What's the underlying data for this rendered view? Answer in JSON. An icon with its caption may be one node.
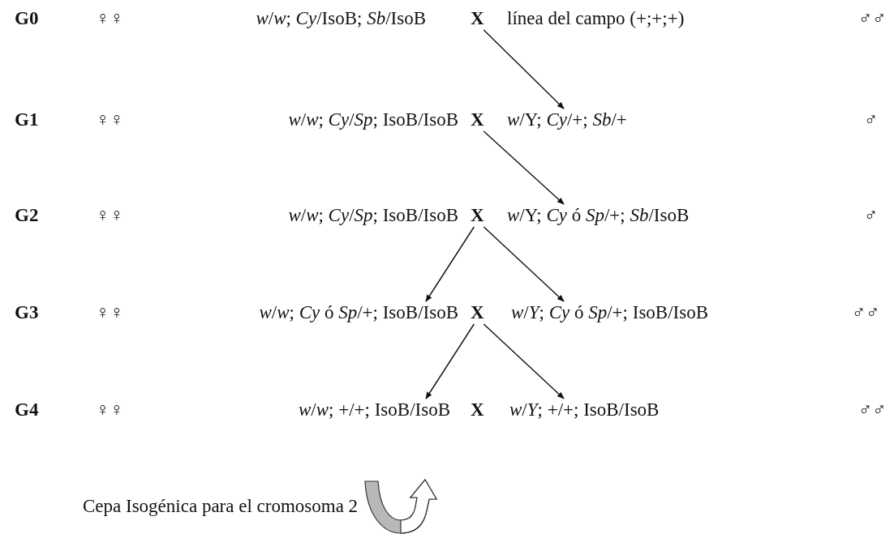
{
  "diagram": {
    "nodes": [
      {
        "text": [
          "*w*/*w*; *Cy*/IsoB; *Sb*/IsoB"
        ]
      },
      {
        "text": [
          "X"
        ]
      },
      {
        "text": [
          "línea del campo (+;+;+)"
        ]
      },
      {
        "text": [
          "*w*/*w*; *Cy*/*Sp*; IsoB/IsoB"
        ]
      },
      {
        "text": [
          "X"
        ]
      },
      {
        "text": [
          "*w*/Y; *Cy*/+; *Sb*/+"
        ]
      },
      {
        "text": [
          "*w*/*w*; *Cy*/*Sp*; IsoB/IsoB"
        ]
      },
      {
        "text": [
          "X"
        ]
      },
      {
        "text": [
          "*w*/Y; *Cy* ó *Sp*/+; *Sb*/IsoB"
        ]
      },
      {
        "text": [
          "*w*/*w*; *Cy* ó *Sp*/+; IsoB/IsoB"
        ]
      },
      {
        "text": [
          "X"
        ]
      },
      {
        "text": [
          "*w*/*Y*; *Cy* ó *Sp*/+; IsoB/IsoB"
        ]
      },
      {
        "text": [
          "*w*/*w*; +/+; IsoB/IsoB"
        ]
      },
      {
        "text": [
          "X"
        ]
      },
      {
        "text": [
          "*w*/*Y*; +/+; IsoB/IsoB"
        ]
      }
    ],
    "edges": [
      {
        "from": 1,
        "to": 5,
        "arrow": "to"
      },
      {
        "from": 4,
        "to": 8,
        "arrow": "to"
      },
      {
        "from": 7,
        "to": 9,
        "arrow": "to"
      },
      {
        "from": 7,
        "to": 11,
        "arrow": "to"
      },
      {
        "from": 10,
        "to": 12,
        "arrow": "to"
      },
      {
        "from": 10,
        "to": 14,
        "arrow": "to"
      }
    ],
    "labels": [
      "G0",
      "♀♀",
      "♂♂",
      "G1",
      "♀♀",
      "♂",
      "G2",
      "♀♀",
      "♂",
      "G3",
      "♀♀",
      "♂♂",
      "G4",
      "♀♀",
      "♂♂",
      "Cepa Isogénica para el cromosoma 2"
    ]
  }
}
